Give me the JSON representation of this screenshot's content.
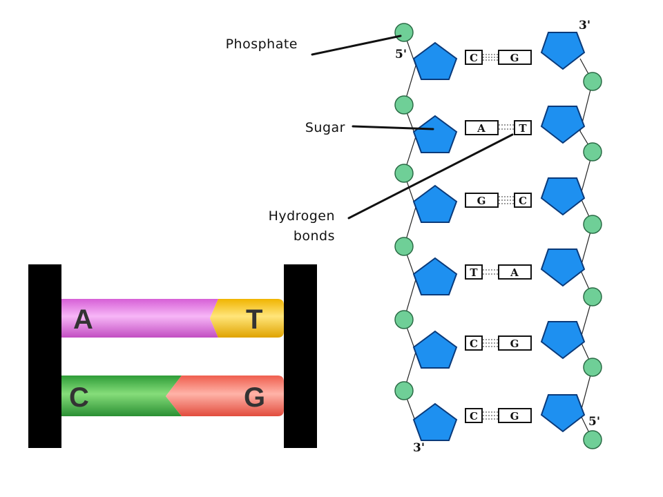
{
  "labels": {
    "phosphate": "Phosphate",
    "sugar": "Sugar",
    "hydrogen_line1": "Hydrogen",
    "hydrogen_line2": "bonds"
  },
  "strand_ends": {
    "top_left": "5'",
    "top_right": "3'",
    "bottom_left": "3'",
    "bottom_right": "5'"
  },
  "base_pairs": [
    {
      "left": "C",
      "right": "G"
    },
    {
      "left": "A",
      "right": "T"
    },
    {
      "left": "G",
      "right": "C"
    },
    {
      "left": "T",
      "right": "A"
    },
    {
      "left": "C",
      "right": "G"
    },
    {
      "left": "C",
      "right": "G"
    }
  ],
  "ladder": {
    "pair1": {
      "left": "A",
      "right": "T"
    },
    "pair2": {
      "left": "C",
      "right": "G"
    }
  },
  "colors": {
    "phosphate": "#6fcf97",
    "sugar": "#1e90f0",
    "adenine": "#e070e0",
    "thymine": "#f5c518",
    "cytosine": "#3fb54a",
    "guanine": "#f47a6a",
    "rail": "#000000"
  }
}
